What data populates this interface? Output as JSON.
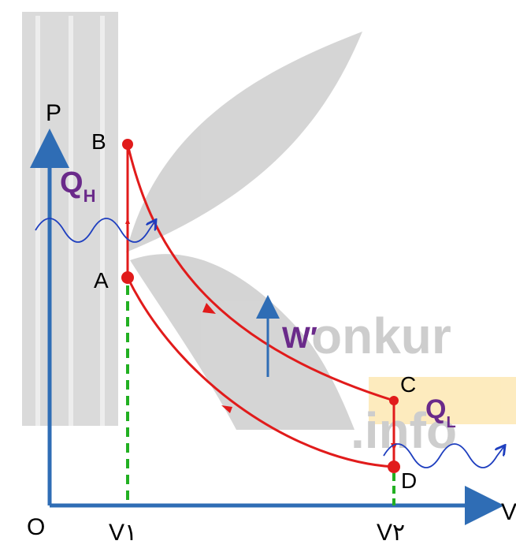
{
  "axes": {
    "y_label": "P",
    "x_label": "V",
    "origin_label": "O",
    "v1_label": "V١",
    "v2_label": "V٢"
  },
  "points": {
    "A": "A",
    "B": "B",
    "C": "C",
    "D": "D"
  },
  "heat": {
    "qh_main": "Q",
    "qh_sub": "H",
    "ql_main": "Q",
    "ql_sub": "L"
  },
  "work": {
    "label": "W′"
  },
  "watermark": {
    "text": "Konkur.info"
  },
  "colors": {
    "axis": "#2f6db5",
    "cycle": "#e11b1b",
    "dashed": "#22b022",
    "heat_text": "#6a2a8a",
    "wave": "#1f3fbf",
    "watermark": "#c8c8c8",
    "watermark_box": "#fde9b8"
  }
}
